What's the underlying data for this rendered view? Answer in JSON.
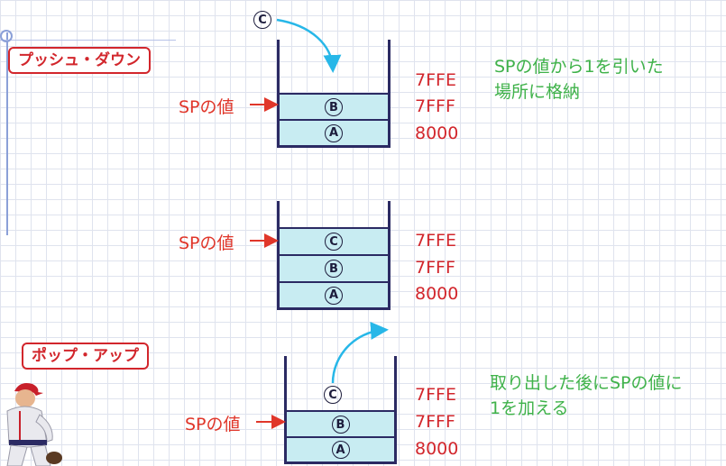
{
  "labels": {
    "push": "プッシュ・ダウン",
    "pop": "ポップ・アップ"
  },
  "items": {
    "a": "A",
    "b": "B",
    "c": "C"
  },
  "sp_label": "SPの値",
  "addresses": {
    "a1": "7FFE",
    "a2": "7FFF",
    "a3": "8000"
  },
  "notes": {
    "push_line1": "SPの値から1を引いた",
    "push_line2": "場所に格納",
    "pop_line1": "取り出した後にSPの値に",
    "pop_line2": "1を加える"
  },
  "colors": {
    "label_red": "#d2262c",
    "address_red": "#d2262c",
    "note_green": "#3fb24a",
    "sp_orange": "#e0362a",
    "arrow_blue": "#27b7e8",
    "cell_fill": "#c8ecf2",
    "stack_border": "#2b2a63"
  }
}
